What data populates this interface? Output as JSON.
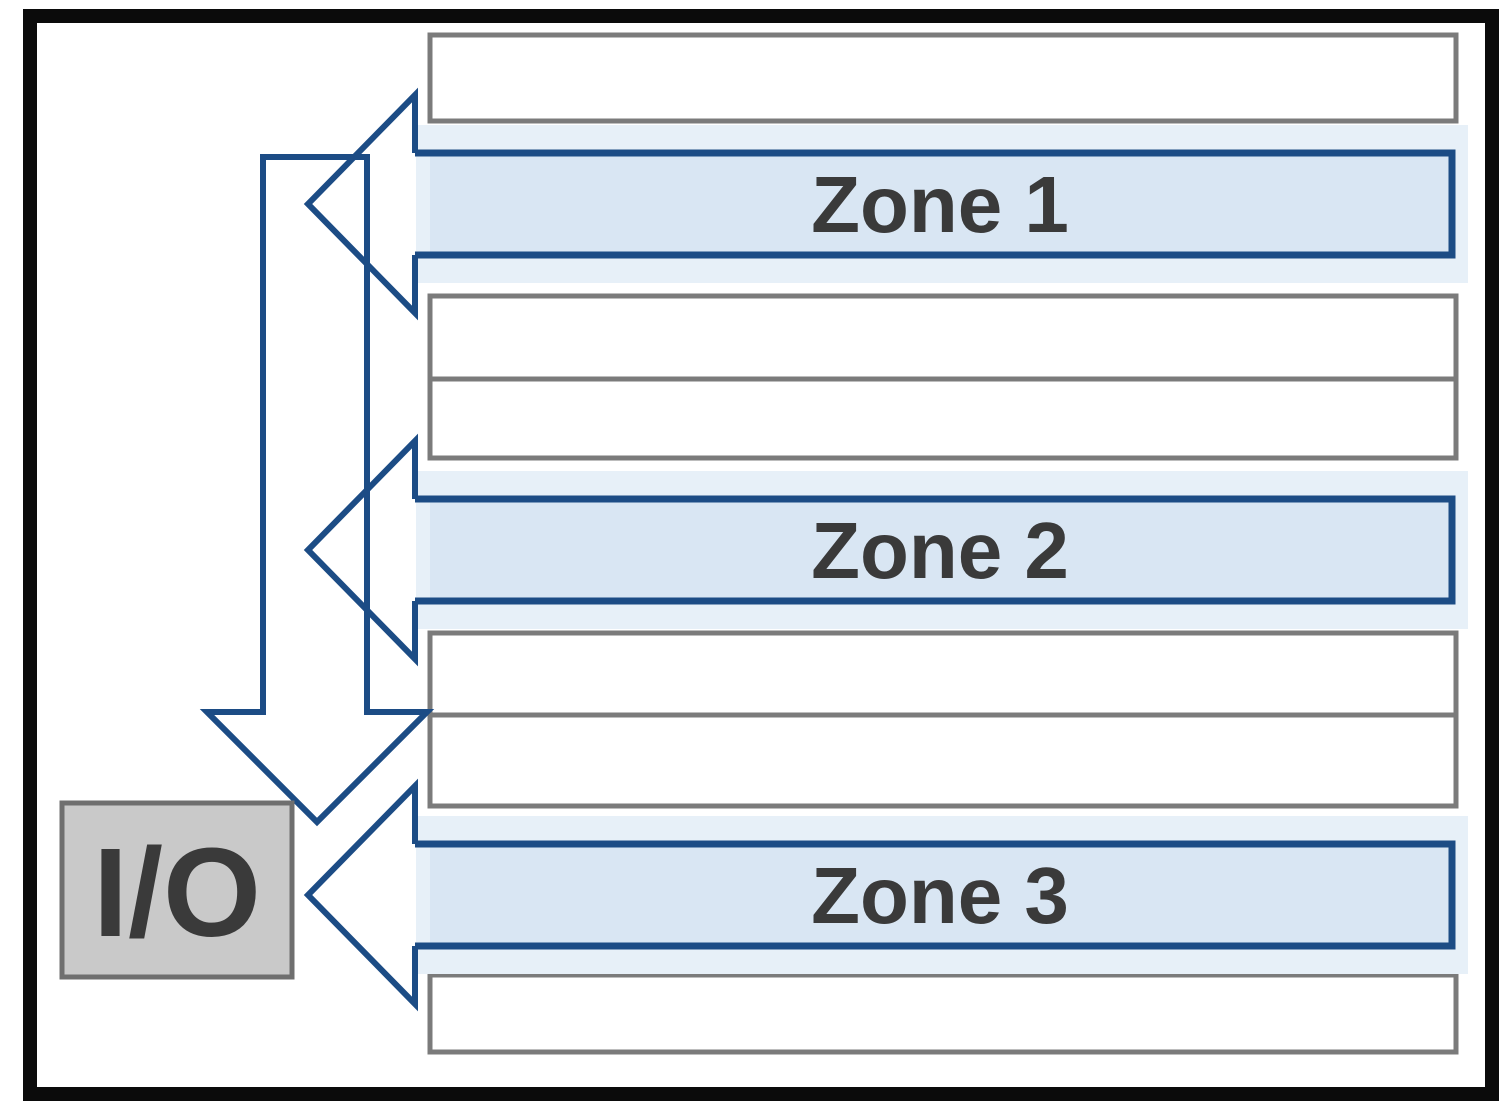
{
  "figure": {
    "zones": [
      {
        "label": "Zone 1"
      },
      {
        "label": "Zone 2"
      },
      {
        "label": "Zone 3"
      }
    ],
    "io": {
      "label": "I/O"
    },
    "unlabeled_rows": 6
  },
  "colors": {
    "accent-navy": "#1c4c85",
    "zone-fill": "#d9e6f3",
    "zone-band": "#e7f0f8",
    "row-fill": "#ffffff",
    "row-border": "#7b7b7b",
    "io-fill": "#c9c9c9",
    "io-border": "#6f6f6f",
    "frame": "#0b0b0b",
    "label-text": "#3a3a3a"
  }
}
